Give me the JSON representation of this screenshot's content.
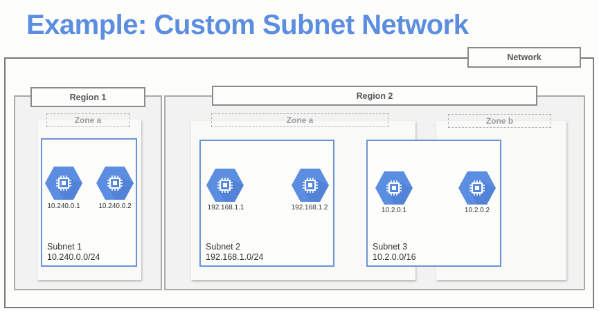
{
  "title": "Example: Custom Subnet Network",
  "colors": {
    "title": "#5b8de0",
    "vm_fill": "#5b8de0",
    "subnet_border": "#6a94d4"
  },
  "network": {
    "label": "Network"
  },
  "regions": [
    {
      "label": "Region 1",
      "zones": [
        {
          "label": "Zone a"
        }
      ]
    },
    {
      "label": "Region 2",
      "zones": [
        {
          "label": "Zone a"
        },
        {
          "label": "Zone b"
        }
      ]
    }
  ],
  "subnets": [
    {
      "name": "Subnet 1",
      "cidr": "10.240.0.0/24",
      "vms": [
        {
          "icon": "compute-engine-icon",
          "ip": "10.240.0.1"
        },
        {
          "icon": "compute-engine-icon",
          "ip": "10.240.0.2"
        }
      ]
    },
    {
      "name": "Subnet 2",
      "cidr": "192.168.1.0/24",
      "vms": [
        {
          "icon": "compute-engine-icon",
          "ip": "192.168.1.1"
        },
        {
          "icon": "compute-engine-icon",
          "ip": "192.168.1.2"
        }
      ]
    },
    {
      "name": "Subnet 3",
      "cidr": "10.2.0.0/16",
      "vms": [
        {
          "icon": "compute-engine-icon",
          "ip": "10.2.0.1"
        },
        {
          "icon": "compute-engine-icon",
          "ip": "10.2.0.2"
        }
      ]
    }
  ]
}
